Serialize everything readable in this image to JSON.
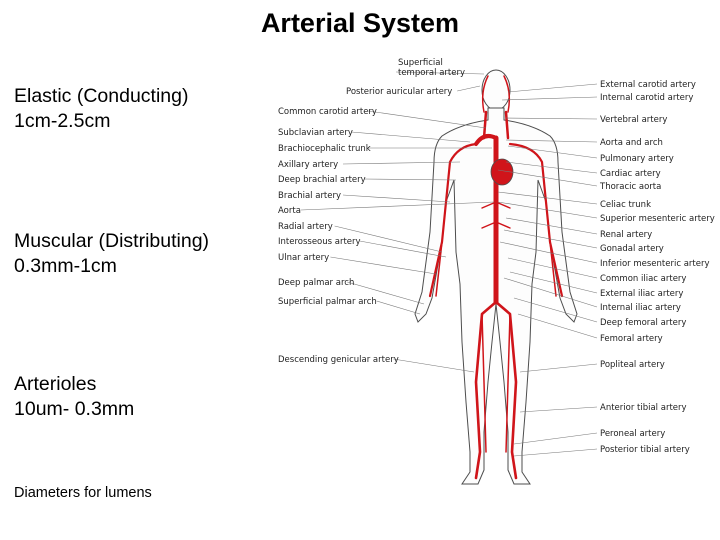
{
  "title": "Arterial System",
  "categories": [
    {
      "name": "Elastic (Conducting)",
      "range": "1cm-2.5cm"
    },
    {
      "name": "Muscular (Distributing)",
      "range": "0.3mm-1cm"
    },
    {
      "name": "Arterioles",
      "range": "10um- 0.3mm"
    }
  ],
  "footnote": "Diameters for lumens",
  "diagram": {
    "artery_color": "#d0141a",
    "top_labels": [
      "Superficial",
      "temporal artery"
    ],
    "left_labels": [
      "Posterior auricular artery",
      "Common carotid artery",
      "Subclavian artery",
      "Brachiocephalic trunk",
      "Axillary artery",
      "Deep brachial artery",
      "Brachial artery",
      "Aorta",
      "Radial artery",
      "Interosseous artery",
      "Ulnar artery",
      "Deep palmar arch",
      "Superficial palmar arch",
      "Descending genicular artery"
    ],
    "right_labels": [
      "External carotid artery",
      "Internal carotid artery",
      "Vertebral artery",
      "Aorta and arch",
      "Pulmonary artery",
      "Cardiac artery",
      "Thoracic aorta",
      "Celiac trunk",
      "Superior mesenteric artery",
      "Renal artery",
      "Gonadal artery",
      "Inferior mesenteric artery",
      "Common iliac artery",
      "External iliac artery",
      "Internal iliac artery",
      "Deep femoral artery",
      "Femoral artery",
      "Popliteal artery",
      "Anterior tibial artery",
      "Peroneal artery",
      "Posterior tibial artery"
    ]
  }
}
